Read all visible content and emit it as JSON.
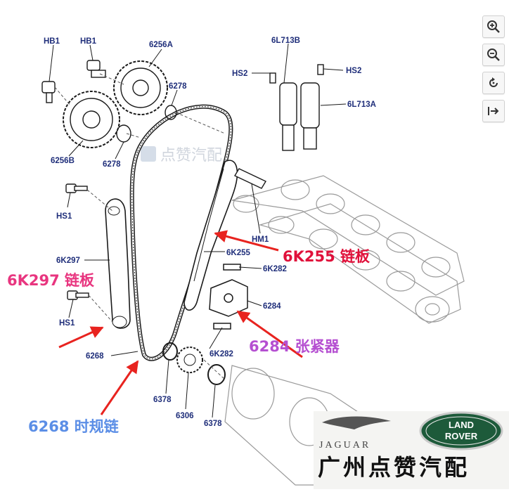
{
  "part_labels": {
    "hb1_left": "HB1",
    "hb1_right": "HB1",
    "p6256a": "6256A",
    "p6278_top": "6278",
    "p6256b": "6256B",
    "p6278_bottom": "6278",
    "p6l713b": "6L713B",
    "hs2_left": "HS2",
    "hs2_right": "HS2",
    "p6l713a": "6L713A",
    "hs1_top": "HS1",
    "p6k297": "6K297",
    "hs1_bottom": "HS1",
    "hm1": "HM1",
    "p6k255": "6K255",
    "p6k282_top": "6K282",
    "p6284": "6284",
    "p6268": "6268",
    "p6k282_bottom": "6K282",
    "p6378_left": "6378",
    "p6306": "6306",
    "p6378_right": "6378"
  },
  "annotations": {
    "guide_6k255": "6K255 链板",
    "guide_6k297": "6K297 链板",
    "tensioner_6284": "6284 张紧器",
    "timing_chain_6268": "6268 时规链",
    "color_6k255": "#e0103a",
    "color_6k297": "#e8357f",
    "color_6284": "#b54fd1",
    "color_6268": "#5b8ee6"
  },
  "branding": {
    "jaguar": "JAGUAR",
    "land": "LAND",
    "rover": "ROVER",
    "shop_name": "广州点赞汽配",
    "watermark": "点赞汽配"
  },
  "toolbar": {
    "zoom_in": "zoom-in-icon",
    "zoom_out": "zoom-out-icon",
    "reset": "reset-icon",
    "expand": "expand-icon"
  }
}
